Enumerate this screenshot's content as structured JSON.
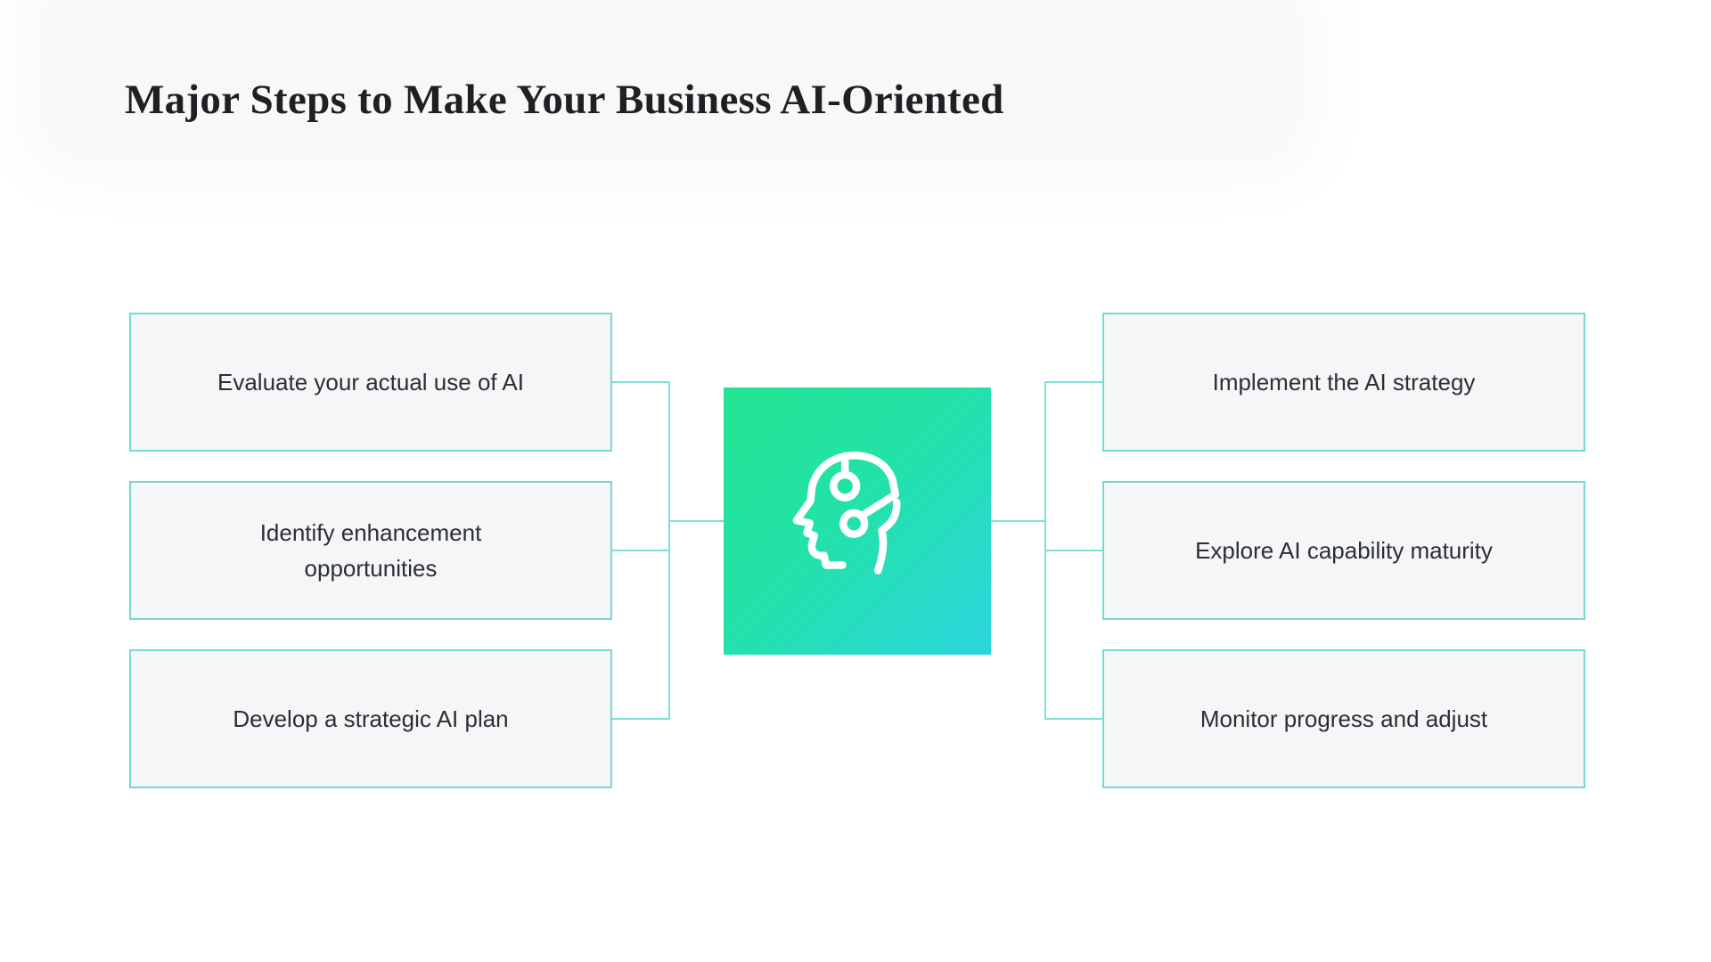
{
  "title": "Major Steps to Make Your Business AI-Oriented",
  "diagram": {
    "left_steps": [
      {
        "label": "Evaluate your actual use of AI"
      },
      {
        "label": "Identify enhancement opportunities"
      },
      {
        "label": "Develop a strategic AI plan"
      }
    ],
    "right_steps": [
      {
        "label": "Implement the AI strategy"
      },
      {
        "label": "Explore AI capability maturity"
      },
      {
        "label": "Monitor progress and adjust"
      }
    ],
    "center_icon": "ai-head-circuit-icon"
  },
  "colors": {
    "box_border": "#74dad2",
    "connector_line": "#7edfd6",
    "box_background": "#f5f6f7",
    "box_text": "#2b2e33",
    "title_text": "#1e2023",
    "tile_gradient_start": "#21e593",
    "tile_gradient_end": "#2bd5de",
    "icon_stroke": "#ffffff"
  }
}
